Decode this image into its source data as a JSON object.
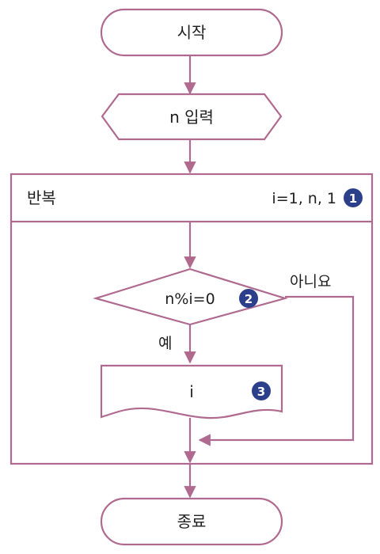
{
  "flowchart": {
    "start": {
      "label": "시작"
    },
    "input": {
      "label": "n 입력"
    },
    "loop": {
      "label": "반복",
      "condition": "i=1, n, 1",
      "badge": "1"
    },
    "decision": {
      "label": "n%i=0",
      "badge": "2",
      "yes": "예",
      "no": "아니요"
    },
    "output": {
      "label": "i",
      "badge": "3"
    },
    "end": {
      "label": "종료"
    }
  },
  "colors": {
    "stroke": "#b06a8f",
    "badge": "#2c3f8a",
    "text": "#1f1f1f"
  }
}
